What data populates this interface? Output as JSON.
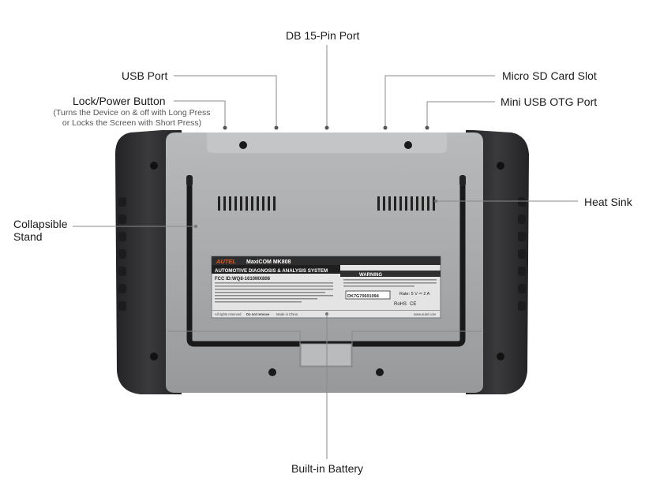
{
  "callouts": {
    "db15": "DB 15-Pin Port",
    "usb": "USB Port",
    "micro_sd": "Micro SD Card Slot",
    "lock_power": "Lock/Power Button",
    "lock_power_note_1": "(Turns the Device on & off with Long Press",
    "lock_power_note_2": "or Locks the Screen with Short Press)",
    "mini_usb": "Mini USB OTG Port",
    "heat_sink": "Heat Sink",
    "stand_1": "Collapsible",
    "stand_2": "Stand",
    "battery": "Built-in Battery"
  },
  "label_plate": {
    "brand": "AUTEL",
    "model": "MaxiCOM MK808",
    "system": "AUTOMOTIVE DIAGNOSIS & ANALYSIS SYSTEM",
    "fcc": "FCC ID:WQ8-1610MX808",
    "warning": "WARNING",
    "rate": "Rate: 5 V ⎓ 2 A",
    "rohs": "RoHS",
    "ce": "CE",
    "serial": "DK7G70601094",
    "rights": "All rights reserved",
    "do_not_remove": "Do not remove",
    "made_in": "Made in China",
    "website": "www.autel.com"
  },
  "colors": {
    "bumper": "#2b2b2d",
    "body": "#9fa1a3",
    "body_light": "#b5b7b9",
    "plate": "#dcdcdc",
    "brand_orange": "#e2561e",
    "leader": "#888888"
  }
}
